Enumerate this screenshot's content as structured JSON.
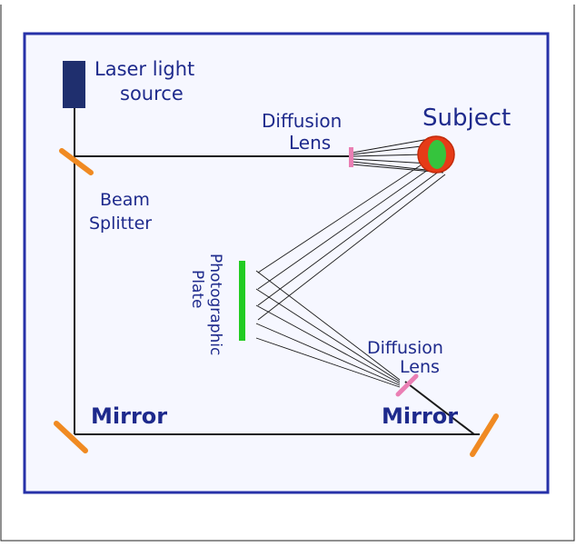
{
  "diagram": {
    "labels": {
      "laser": [
        "Laser light",
        "source"
      ],
      "beam_splitter": [
        "Beam",
        "Splitter"
      ],
      "diffusion_lens_top": [
        "Diffusion",
        "Lens"
      ],
      "subject": "Subject",
      "photographic_plate": [
        "Photographic",
        "Plate"
      ],
      "diffusion_lens_bottom": [
        "Diffusion",
        "Lens"
      ],
      "mirror_left": "Mirror",
      "mirror_right": "Mirror"
    },
    "colors": {
      "frame": "#2631a8",
      "panel": "#f6f7ff",
      "text": "#1e2a8c",
      "beam": "#1a1a1a",
      "laser": "#1f2f6e",
      "mirror": "#f08a22",
      "lens": "#ea7fb4",
      "plate": "#22cc22",
      "subject_red": "#e63b17",
      "subject_green": "#35c43d"
    }
  }
}
